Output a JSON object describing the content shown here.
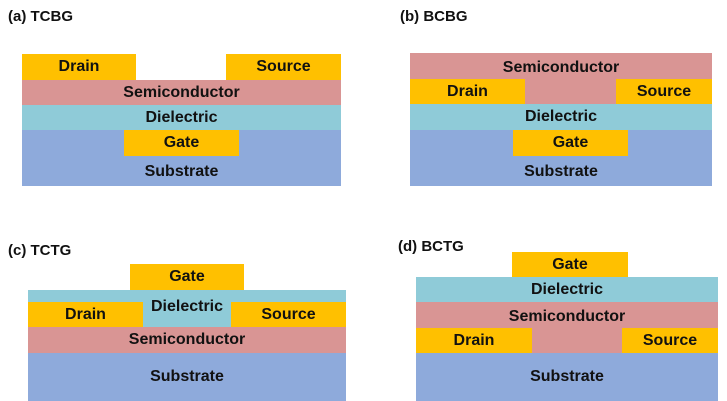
{
  "panels": {
    "a": {
      "title": "(a)  TCBG",
      "drain": "Drain",
      "source": "Source",
      "semiconductor": "Semiconductor",
      "dielectric": "Dielectric",
      "gate": "Gate",
      "substrate": "Substrate"
    },
    "b": {
      "title": "(b)  BCBG",
      "drain": "Drain",
      "source": "Source",
      "semiconductor": "Semiconductor",
      "dielectric": "Dielectric",
      "gate": "Gate",
      "substrate": "Substrate"
    },
    "c": {
      "title": "(c) TCTG",
      "drain": "Drain",
      "source": "Source",
      "semiconductor": "Semiconductor",
      "dielectric": "Dielectric",
      "gate": "Gate",
      "substrate": "Substrate"
    },
    "d": {
      "title": "(d)  BCTG",
      "drain": "Drain",
      "source": "Source",
      "semiconductor": "Semiconductor",
      "dielectric": "Dielectric",
      "gate": "Gate",
      "substrate": "Substrate"
    }
  },
  "colors": {
    "substrate": "#8eaadb",
    "dielectric": "#8fcbd8",
    "semiconductor": "#d99594",
    "metal": "#ffc000"
  }
}
